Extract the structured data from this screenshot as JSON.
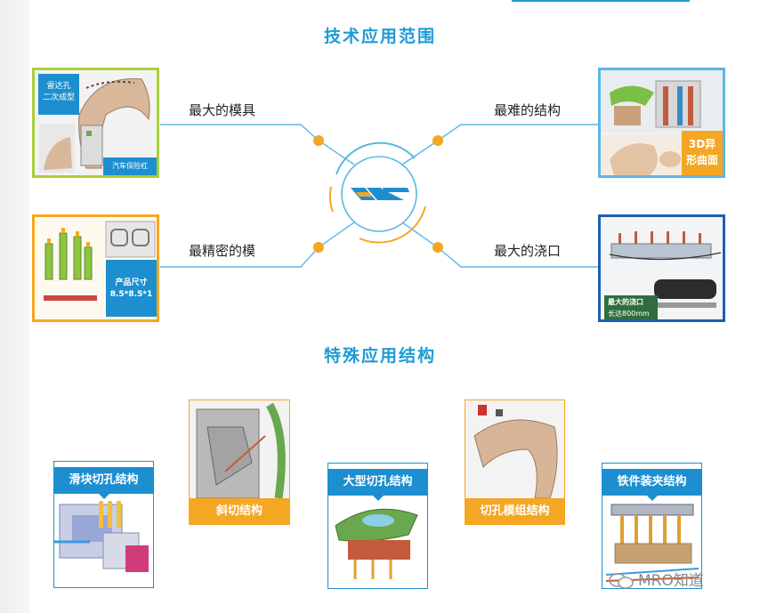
{
  "sections": {
    "tech_title": "技术应用范围",
    "special_title": "特殊应用结构"
  },
  "features": {
    "largest_mold": "最大的模具",
    "hardest_structure": "最难的结构",
    "most_precise": "最精密的模",
    "largest_gate": "最大的浇口"
  },
  "panel_captions": {
    "radar_hole": [
      "雷达孔",
      "二次成型"
    ],
    "bumper": "汽车保险杠",
    "product_size": [
      "产品尺寸",
      "8.5*8.5*1"
    ],
    "surface_3d": [
      "3D异",
      "形曲面"
    ],
    "largest_gate": [
      "最大的浇口",
      "长达800mm"
    ]
  },
  "structures": [
    {
      "label": "滑块切孔结构",
      "accent": "#1d8fd0"
    },
    {
      "label": "斜切结构",
      "accent": "#f5a623"
    },
    {
      "label": "大型切孔结构",
      "accent": "#1d8fd0"
    },
    {
      "label": "切孔模组结构",
      "accent": "#f5a623"
    },
    {
      "label": "铁件装夹结构",
      "accent": "#1d8fd0"
    }
  ],
  "watermark": "MRO知道",
  "colors": {
    "accent_blue": "#1d9bd6",
    "accent_orange": "#f5a623",
    "lime_border": "#a9cf3a",
    "panel_blue": "#1d8fd0"
  },
  "icons": {
    "center_logo": "company-logo-icon",
    "watermark": "wechat-icon"
  }
}
